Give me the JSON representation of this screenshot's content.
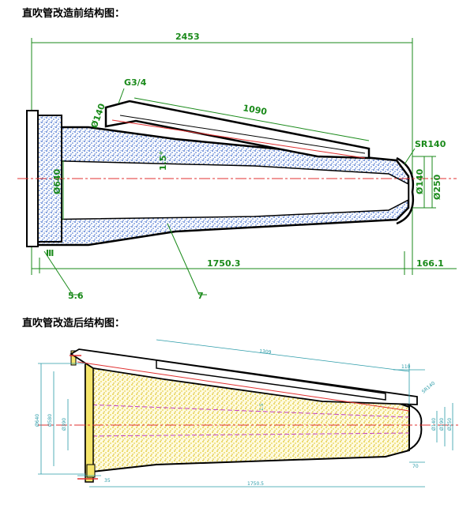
{
  "captions": {
    "before": "直吹管改造前结构图：",
    "after": "直吹管改造后结构图："
  },
  "before": {
    "dims": {
      "total_length": "2453",
      "thread": "G3/4",
      "left_dia": "Ø140",
      "upper_pipe_length": "1090",
      "tip_radius": "SR140",
      "angle": "1.5°",
      "main_bore": "Ø640",
      "tip_inner": "Ø140",
      "tip_outer": "Ø250",
      "flange_mark": "Ⅲ",
      "main_length": "1750.3",
      "tip_length": "166.1",
      "gap": "5.6",
      "thickness": "7"
    },
    "colors": {
      "outline": "#000000",
      "dimension": "#1a8a1a",
      "centerline": "#e03030",
      "refractory": "#3060c8"
    }
  },
  "after": {
    "dims": {
      "upper_pipe_length": "1309",
      "tip_offset": "110",
      "tip_radius": "SR140",
      "outer_dia": "Ø640",
      "mid_dia": "Ø580",
      "inner_dia": "Ø390",
      "angle": "1.5",
      "tip_dia_1": "Ø140",
      "tip_dia_2": "Ø190",
      "tip_dia_3": "Ø250",
      "flange_gap": "35",
      "tip_length": "70",
      "main_length": "1750.5"
    },
    "colors": {
      "outline": "#000000",
      "dimension": "#2a9ba8",
      "centerline": "#e03030",
      "refractory": "#e8d24a",
      "liner": "#c040c0"
    }
  }
}
